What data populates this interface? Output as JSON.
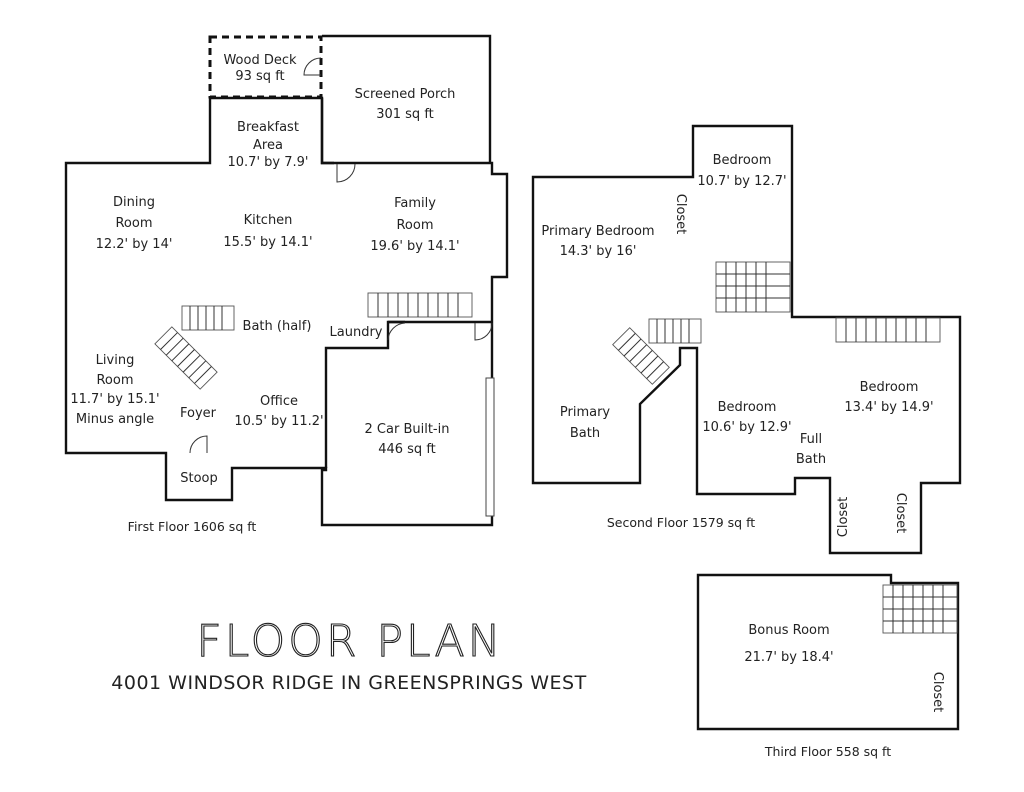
{
  "title": "FLOOR PLAN",
  "address": "4001 WINDSOR RIDGE IN GREENSPRINGS WEST",
  "floors": {
    "first": {
      "caption": "First Floor 1606 sq ft",
      "rooms": {
        "wood_deck": {
          "name": "Wood Deck",
          "size": "93 sq ft"
        },
        "screened_porch": {
          "name": "Screened Porch",
          "size": "301 sq ft"
        },
        "breakfast": {
          "name1": "Breakfast",
          "name2": "Area",
          "size": "10.7' by 7.9'"
        },
        "dining": {
          "name1": "Dining",
          "name2": "Room",
          "size": "12.2' by 14'"
        },
        "kitchen": {
          "name": "Kitchen",
          "size": "15.5' by 14.1'"
        },
        "family": {
          "name1": "Family",
          "name2": "Room",
          "size": "19.6' by 14.1'"
        },
        "bath_half": {
          "name": "Bath (half)"
        },
        "laundry": {
          "name": "Laundry"
        },
        "living": {
          "name1": "Living",
          "name2": "Room",
          "size": "11.7' by 15.1'",
          "note": "Minus angle"
        },
        "foyer": {
          "name": "Foyer"
        },
        "office": {
          "name": "Office",
          "size": "10.5' by 11.2'"
        },
        "garage": {
          "name": "2 Car Built-in",
          "size": "446 sq ft"
        },
        "stoop": {
          "name": "Stoop"
        }
      }
    },
    "second": {
      "caption": "Second Floor 1579 sq ft",
      "rooms": {
        "bedroom_top": {
          "name": "Bedroom",
          "size": "10.7' by 12.7'"
        },
        "closet_vertical": {
          "name": "Closet"
        },
        "primary_bedroom": {
          "name": "Primary Bedroom",
          "size": "14.3' by 16'"
        },
        "primary_bath": {
          "name1": "Primary",
          "name2": "Bath"
        },
        "bedroom_mid": {
          "name": "Bedroom",
          "size": "10.6' by 12.9'"
        },
        "bedroom_right": {
          "name": "Bedroom",
          "size": "13.4' by 14.9'"
        },
        "full_bath": {
          "name1": "Full",
          "name2": "Bath"
        },
        "closet_left": {
          "name": "Closet"
        },
        "closet_right": {
          "name": "Closet"
        }
      }
    },
    "third": {
      "caption": "Third Floor 558 sq ft",
      "rooms": {
        "bonus": {
          "name": "Bonus Room",
          "size": "21.7' by 18.4'"
        },
        "closet": {
          "name": "Closet"
        }
      }
    }
  }
}
